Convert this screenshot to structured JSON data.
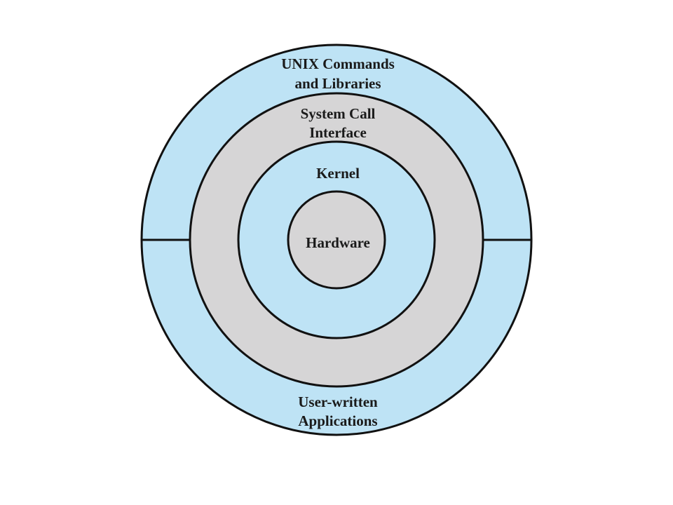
{
  "diagram": {
    "colors": {
      "blue_layer": "#bee3f5",
      "gray_layer": "#d6d5d6",
      "outline": "#111111",
      "background": "#ffffff"
    },
    "layers": {
      "outer_top": {
        "line1": "UNIX Commands",
        "line2": "and Libraries"
      },
      "outer_bottom": {
        "line1": "User-written",
        "line2": "Applications"
      },
      "system_call": {
        "line1": "System Call",
        "line2": "Interface"
      },
      "kernel": {
        "label": "Kernel"
      },
      "hardware": {
        "label": "Hardware"
      }
    }
  }
}
